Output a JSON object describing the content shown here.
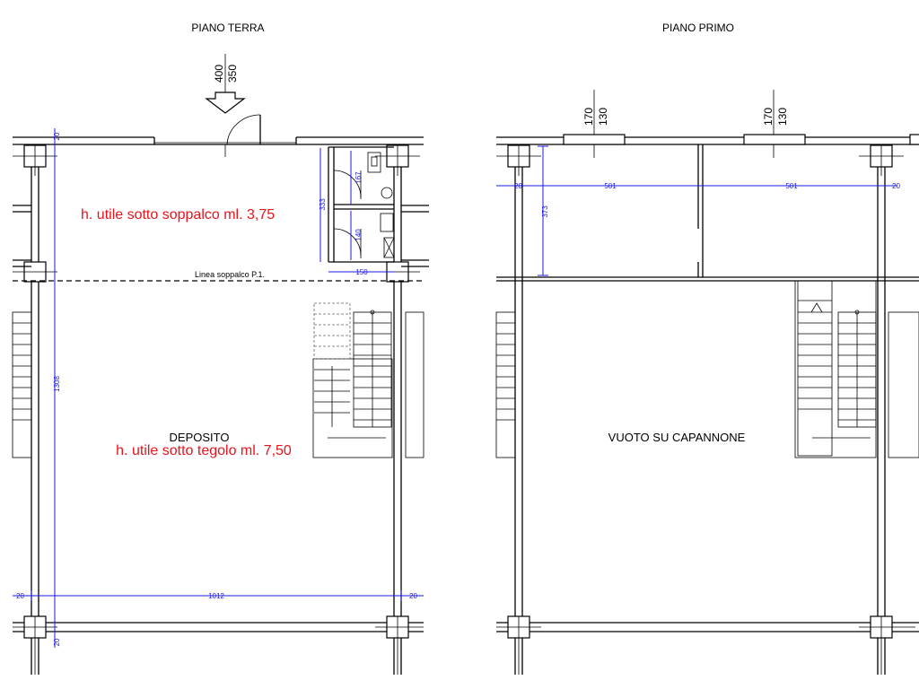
{
  "ground_floor": {
    "title": "PIANO TERRA",
    "entrance_dim_a": "400",
    "entrance_dim_b": "350",
    "mezzanine_height_note": "h. utile sotto soppalco ml. 3,75",
    "mezzanine_line_label": "Linea soppalco P.1.",
    "room_name": "DEPOSITO",
    "room_height_note": "h. utile sotto tegolo ml. 7,50",
    "dims": {
      "width": "1012",
      "depth": "1308",
      "left_wall": "20",
      "right_wall": "20",
      "bottom_wall": "20",
      "top_wall": "20",
      "wc_height": "333",
      "wc_top": "167",
      "wc_bottom": "140",
      "wc_width": "150"
    }
  },
  "first_floor": {
    "title": "PIANO PRIMO",
    "window_a_dim_a": "170",
    "window_a_dim_b": "130",
    "window_b_dim_a": "170",
    "window_b_dim_b": "130",
    "room_name": "VUOTO SU CAPANNONE",
    "dims": {
      "left_wall": "20",
      "room_a_width": "501",
      "room_b_width": "501",
      "right_wall": "20",
      "room_depth": "373"
    }
  },
  "colors": {
    "annotation_red": "#e8141b",
    "dimension_blue": "#1a1ae6"
  }
}
